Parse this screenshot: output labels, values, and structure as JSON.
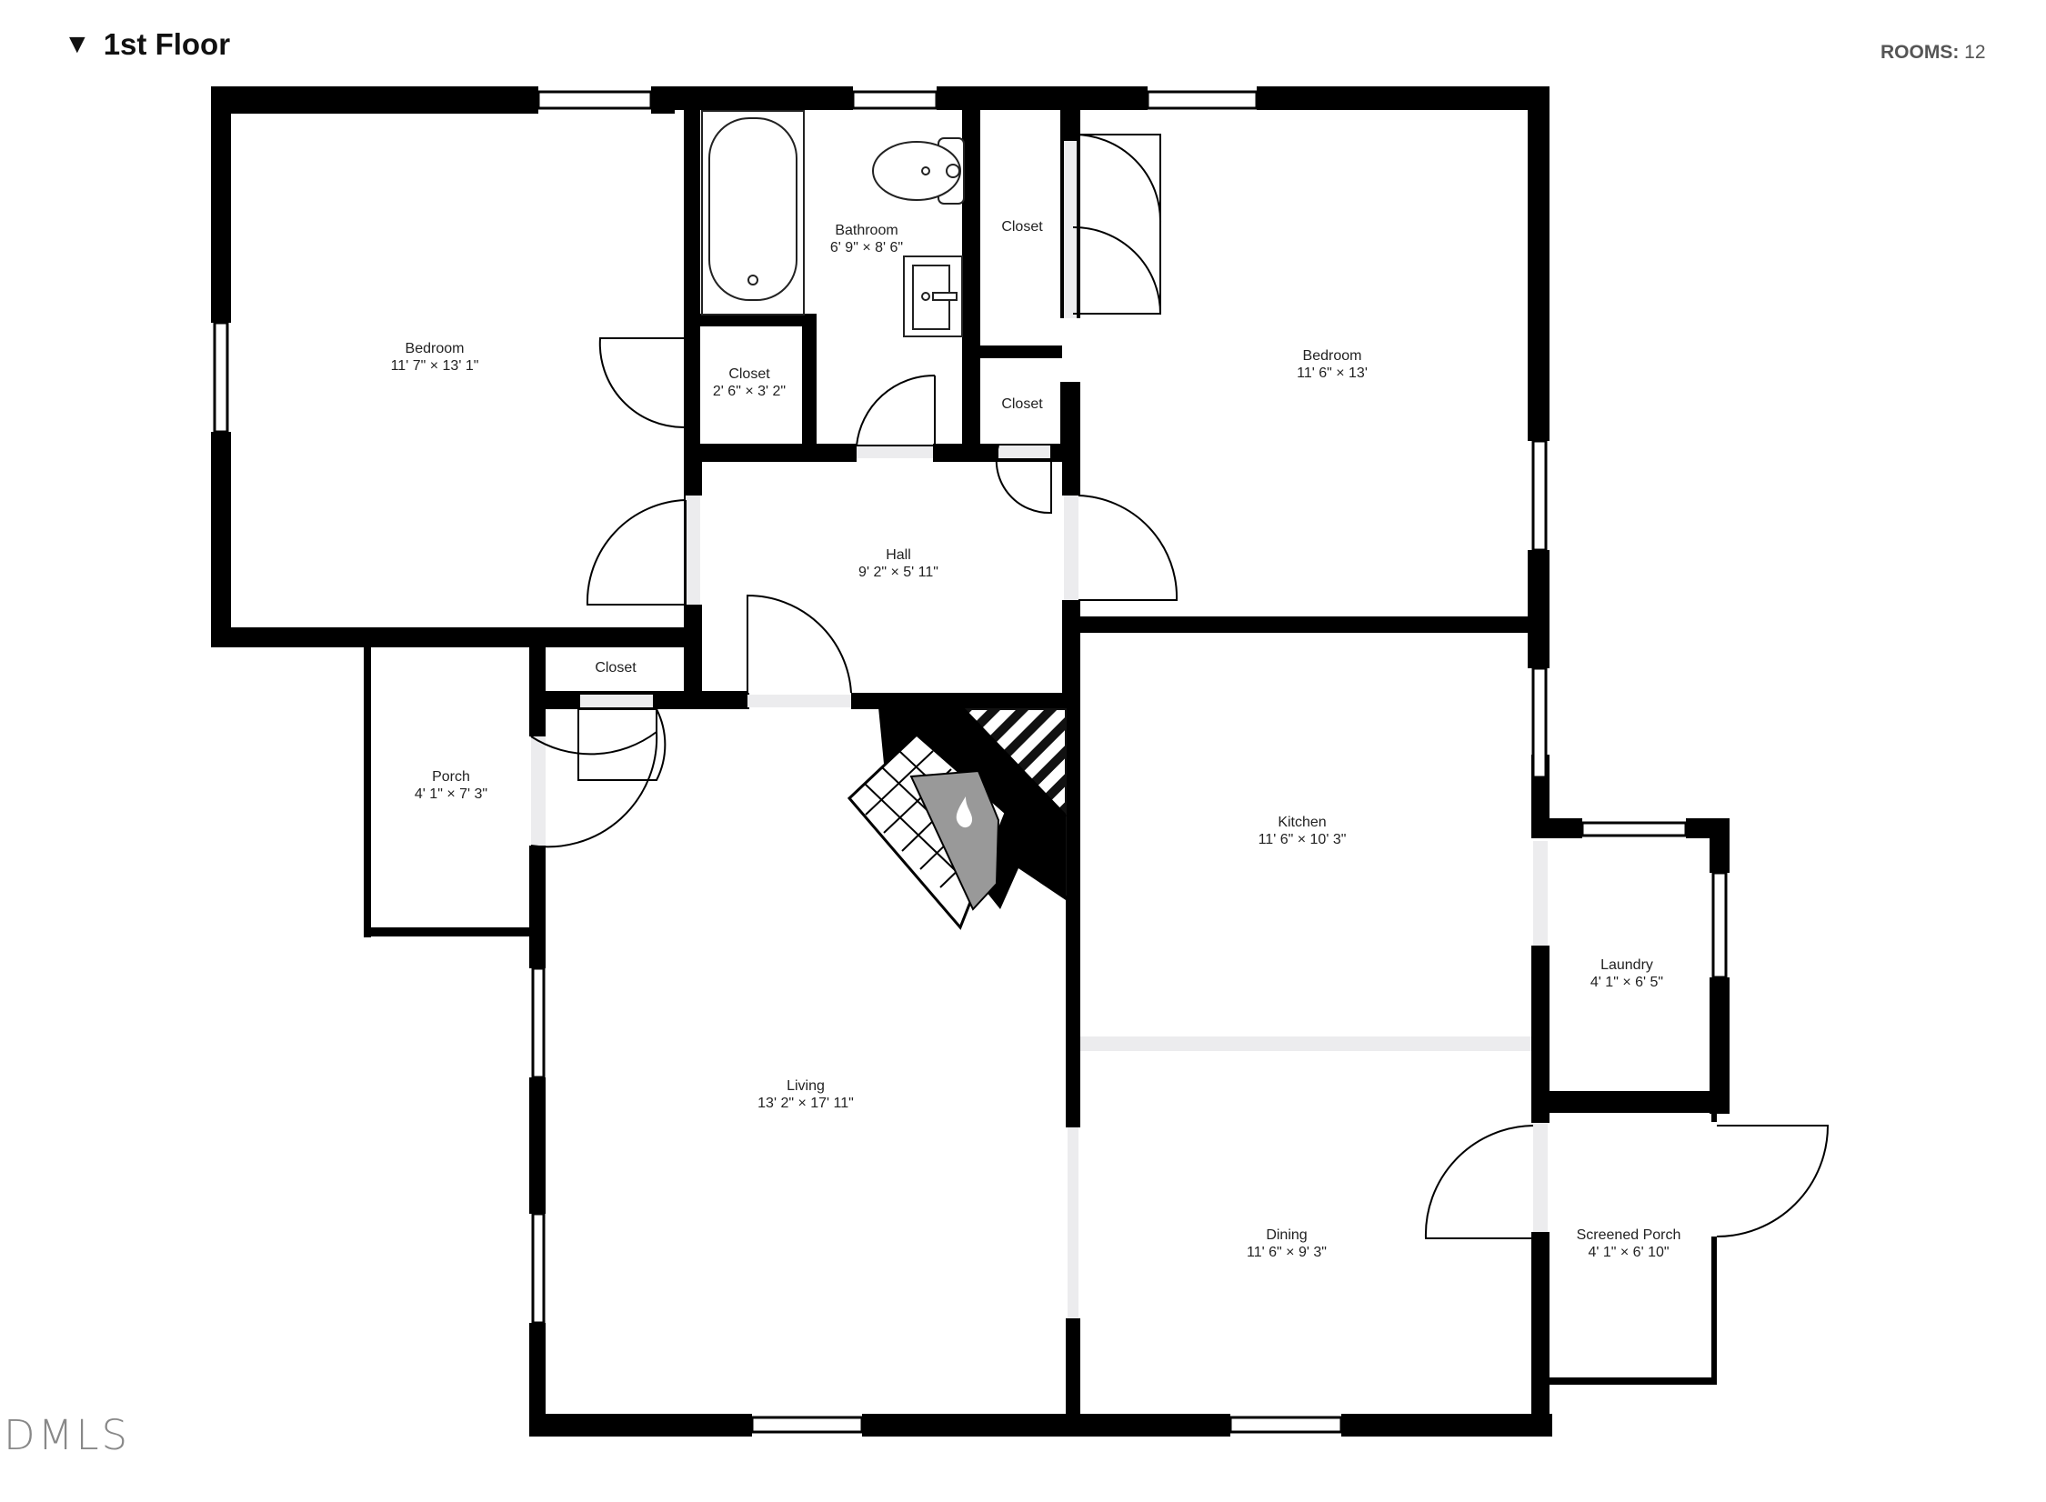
{
  "header": {
    "floor_title": "1st Floor",
    "rooms_label": "ROOMS:",
    "rooms_value": "12"
  },
  "watermark": "DMLS",
  "rooms": [
    {
      "id": "bedroom-west",
      "name": "Bedroom",
      "size": "11' 7\" × 13' 1\""
    },
    {
      "id": "bathroom",
      "name": "Bathroom",
      "size": "6' 9\" × 8' 6\""
    },
    {
      "id": "closet-bath",
      "name": "Closet",
      "size": "2' 6\" × 3' 2\""
    },
    {
      "id": "closet-east-top",
      "name": "Closet",
      "size": ""
    },
    {
      "id": "closet-east-small",
      "name": "Closet",
      "size": ""
    },
    {
      "id": "bedroom-east",
      "name": "Bedroom",
      "size": "11' 6\" × 13'"
    },
    {
      "id": "hall",
      "name": "Hall",
      "size": "9' 2\" × 5' 11\""
    },
    {
      "id": "closet-hall",
      "name": "Closet",
      "size": ""
    },
    {
      "id": "porch",
      "name": "Porch",
      "size": "4' 1\" × 7' 3\""
    },
    {
      "id": "kitchen",
      "name": "Kitchen",
      "size": "11' 6\" × 10' 3\""
    },
    {
      "id": "laundry",
      "name": "Laundry",
      "size": "4' 1\" × 6' 5\""
    },
    {
      "id": "living",
      "name": "Living",
      "size": "13' 2\" × 17' 11\""
    },
    {
      "id": "dining",
      "name": "Dining",
      "size": "11' 6\" × 9' 3\""
    },
    {
      "id": "screened-porch",
      "name": "Screened Porch",
      "size": "4' 1\" × 6' 10\""
    }
  ]
}
